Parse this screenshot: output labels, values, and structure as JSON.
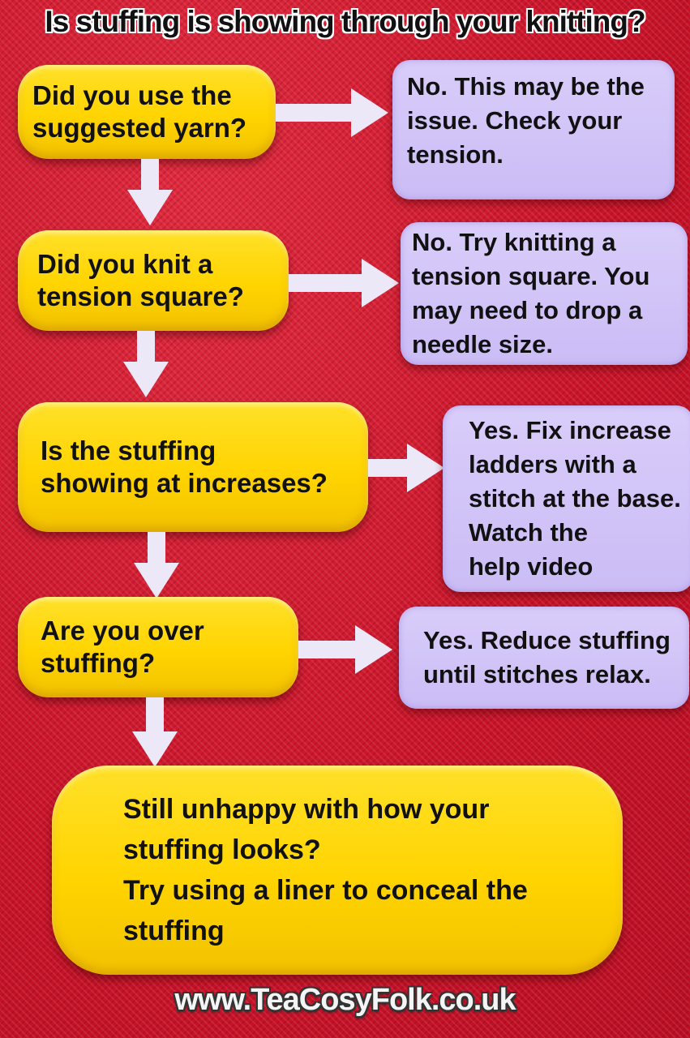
{
  "title": "Is stuffing is showing through your knitting?",
  "flowchart": {
    "questions": [
      {
        "lines": [
          "Did you use the",
          "suggested yarn?"
        ]
      },
      {
        "lines": [
          "Did you knit a",
          "tension square?"
        ]
      },
      {
        "lines": [
          "Is the stuffing",
          "showing at increases?"
        ]
      },
      {
        "lines": [
          "Are you over",
          "stuffing?"
        ]
      }
    ],
    "answers": [
      {
        "lines": [
          "No. This may be the",
          "issue. Check your",
          "tension."
        ]
      },
      {
        "lines": [
          "No. Try knitting a",
          "tension square. You",
          "may need to drop a",
          "needle size."
        ]
      },
      {
        "lines": [
          "Yes. Fix increase",
          "ladders with a",
          "stitch at the base.",
          "Watch the",
          "help video"
        ]
      },
      {
        "lines": [
          "Yes. Reduce stuffing",
          "until stitches relax."
        ]
      }
    ],
    "final": {
      "lines": [
        "Still unhappy with how your",
        "stuffing looks?",
        "Try using a liner to conceal the",
        "stuffing"
      ]
    }
  },
  "footer": "www.TeaCosyFolk.co.uk",
  "colors": {
    "background": "#d51a2e",
    "question_box": "#ffd400",
    "answer_box": "#cbbcf5",
    "arrow": "#ece8f7"
  }
}
